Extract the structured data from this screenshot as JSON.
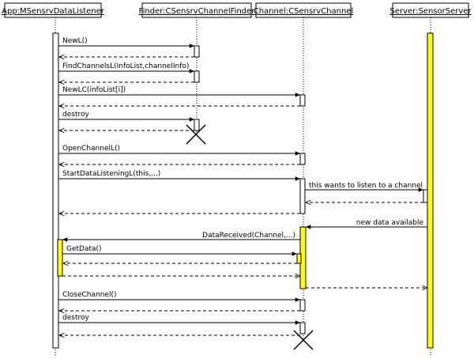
{
  "participants": {
    "app": "App:MSensrvDataListener",
    "finder": "Finder:CSensrvChannelFinder",
    "channel": "Channel:CSensrvChannel",
    "server": "Server:SensorServer"
  },
  "messages": {
    "m1": "NewL()",
    "m2": "FindChannelsL(InfoList,channelInfo)",
    "m3": "NewLC(infoList[i])",
    "m4": "destroy",
    "m5": "OpenChannelL()",
    "m6": "StartDataListeningL(this,...)",
    "m7": "this wants to listen to a channel",
    "m8": "new data available",
    "m9": "DataReceived(Channel,...)",
    "m10": "GetData()",
    "m11": "CloseChannel()",
    "m12": "destroy"
  },
  "colors": {
    "highlight": "#ffff00",
    "activation": "#ffffff",
    "line": "#000000"
  }
}
